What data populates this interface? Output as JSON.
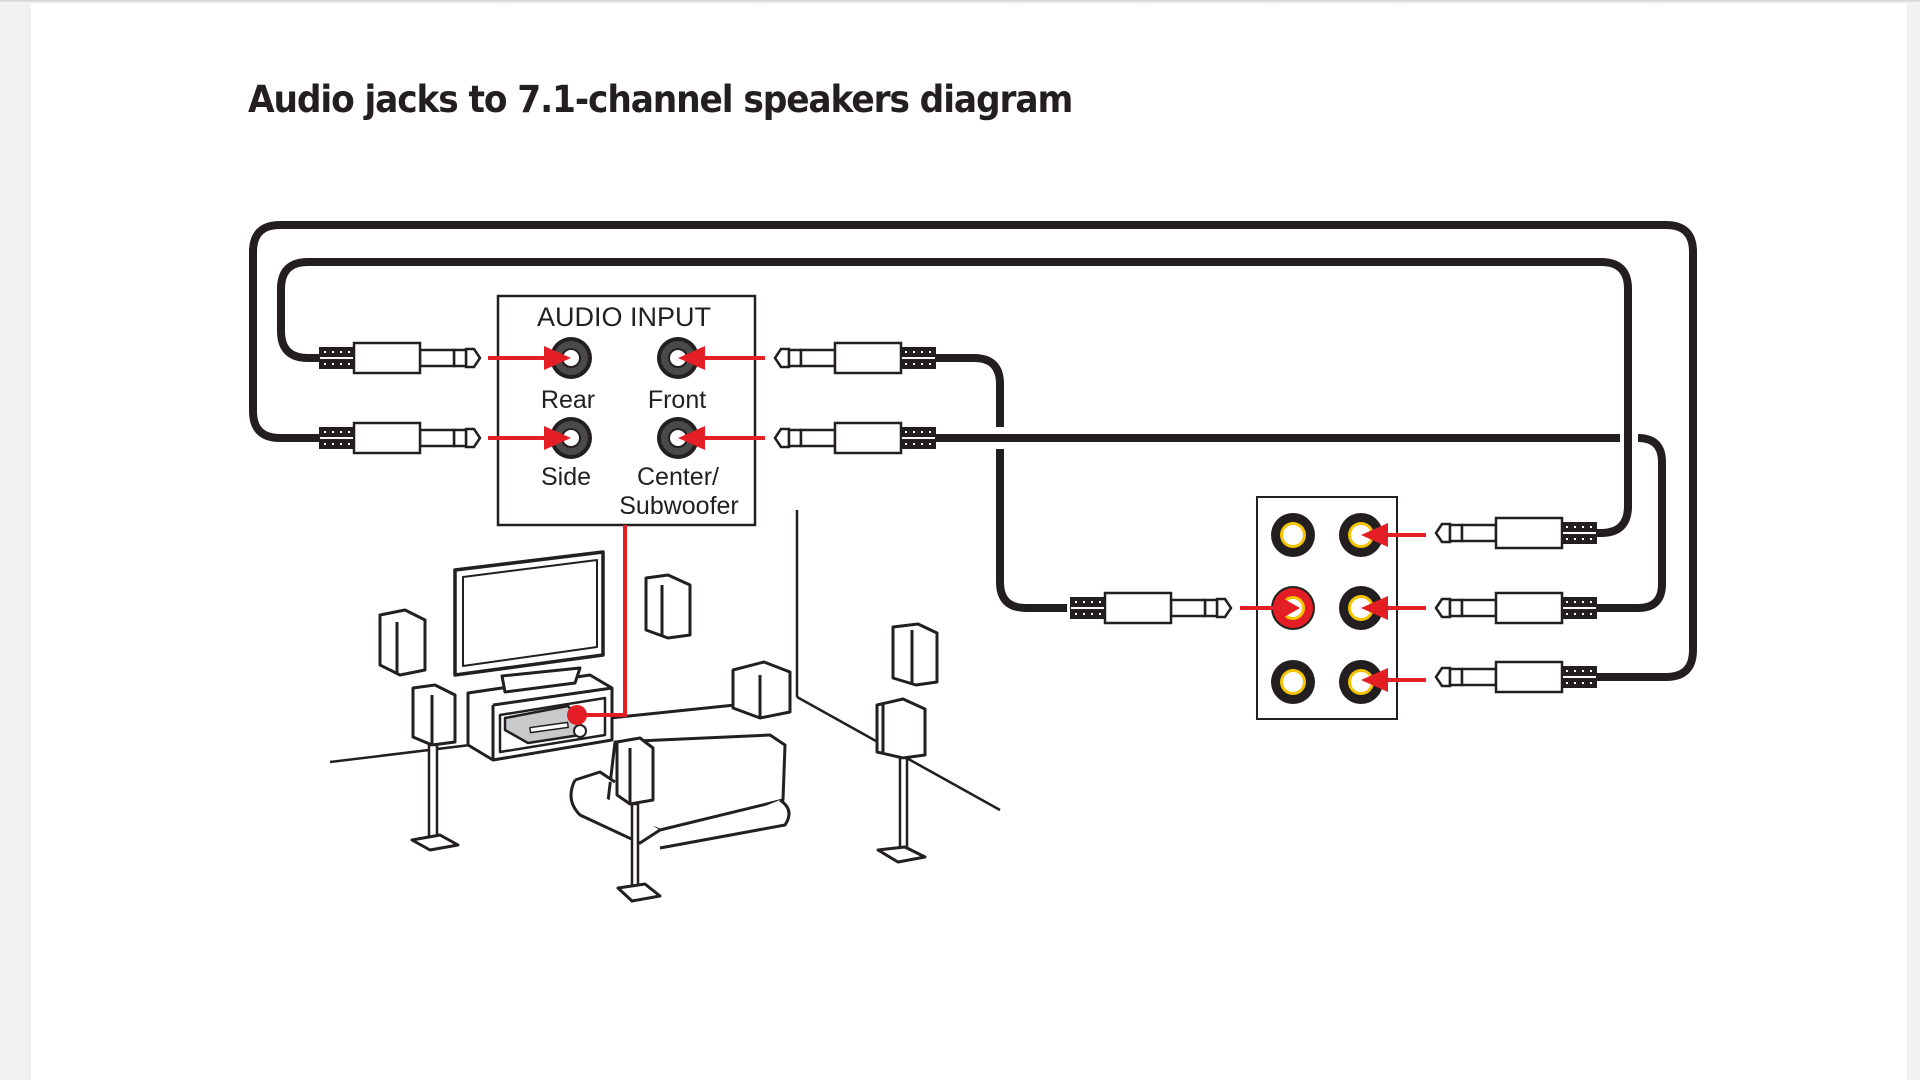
{
  "page": {
    "title": "Audio jacks to 7.1-channel speakers diagram"
  },
  "diagram": {
    "audio_input_panel": {
      "heading": "AUDIO INPUT",
      "jacks": [
        {
          "label": "Rear"
        },
        {
          "label": "Front"
        },
        {
          "label": "Side"
        },
        {
          "label_line1": "Center/",
          "label_line2": "Subwoofer"
        }
      ]
    },
    "colors": {
      "cable": "#231f20",
      "arrow": "#e31e24",
      "jack_ring": "#231f20",
      "jack_highlight": "#f5c400",
      "active_jack": "#e31e24",
      "receiver": "#c8c9cb"
    }
  }
}
